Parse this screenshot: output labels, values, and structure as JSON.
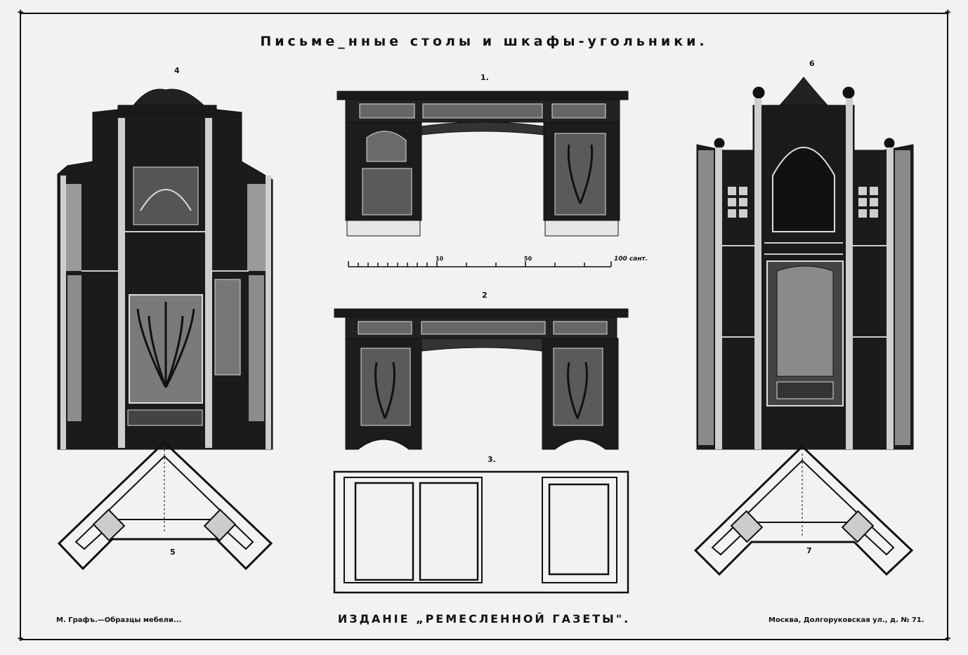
{
  "title": "Письме_нные столы и шкафы-угольники.",
  "figures": {
    "fig1": "1.",
    "fig2": "2",
    "fig3": "3.",
    "fig4": "4",
    "fig5": "5",
    "fig6": "6",
    "fig7": "7",
    "fig3_plan": "3"
  },
  "scale": {
    "mark_a": "10",
    "mark_b": "50",
    "unit": "100 сант."
  },
  "footer": {
    "left": "М. Графъ.—Образцы мебели...",
    "center": "ИЗДАНІЕ „РЕМЕСЛЕННОЙ ГАЗЕТЫ\".",
    "right": "Москва, Долгоруковская ул., д. № 71."
  },
  "colors": {
    "ink": "#111111",
    "paper": "#f2f2f2",
    "wood_dark": "#2a2a2a",
    "wood_mid": "#6a6a6a"
  }
}
